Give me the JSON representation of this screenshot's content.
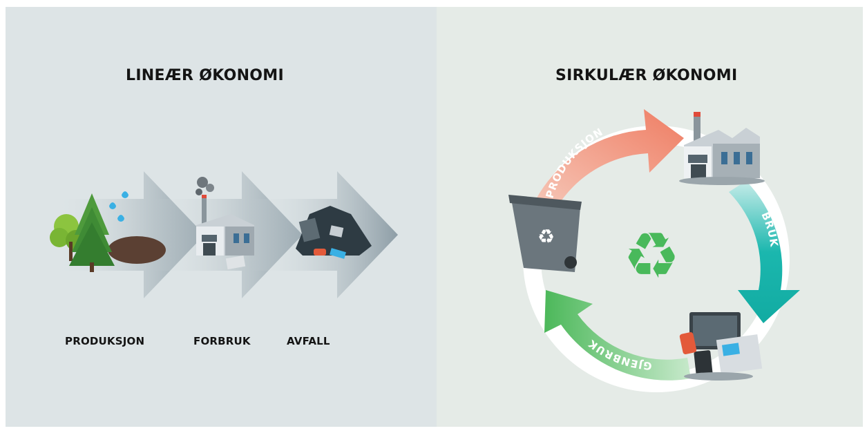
{
  "linear": {
    "title": "LINEÆR ØKONOMI",
    "steps": [
      "PRODUKSJON",
      "FORBRUK",
      "AVFALL"
    ]
  },
  "circular": {
    "title": "SIRKULÆR ØKONOMI",
    "arrows": [
      "PRODUKSJON",
      "BRUK",
      "GJENBRUK"
    ]
  },
  "colors": {
    "left_background": "#dde4e6",
    "right_background": "#e5ebe7",
    "produksjon_arrow": "#ef7d63",
    "bruk_arrow": "#1bb7ae",
    "gjenbruk_arrow": "#4cb85a",
    "recycle_symbol": "#49b95b"
  }
}
